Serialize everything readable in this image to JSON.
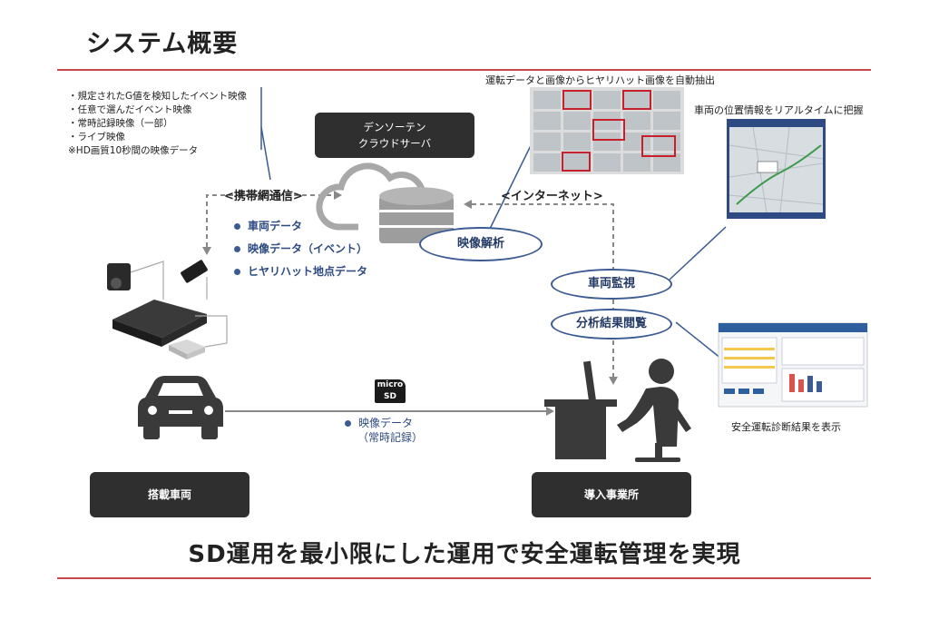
{
  "title": "システム概要",
  "bottom_title": "SD運用を最小限にした運用で安全運転管理を実現",
  "notes": [
    "・規定されたG値を検知したイベント映像",
    "・任意で選んだイベント映像",
    "・常時記録映像（一部）",
    "・ライブ映像",
    "※HD画質10秒間の映像データ"
  ],
  "cloud": {
    "line1": "デンソーテン",
    "line2": "クラウドサーバ"
  },
  "links": {
    "mobile": "<携帯網通信>",
    "internet": "<インターネット>"
  },
  "cloud_data": [
    "車両データ",
    "映像データ（イベント）",
    "ヒヤリハット地点データ"
  ],
  "pills": {
    "video_analysis": "映像解析",
    "vehicle_monitor": "車両監視",
    "analysis_view": "分析結果閲覧"
  },
  "captions": {
    "extract": "運転データと画像からヒヤリハット画像を自動抽出",
    "realtime": "車両の位置情報をリアルタイムに把握",
    "diagnosis": "安全運転診断結果を表示"
  },
  "sd": {
    "logo": "micro SD",
    "line1": "映像データ",
    "line2": "（常時記録）"
  },
  "boxes": {
    "vehicle": "搭載車両",
    "office": "導入事業所"
  },
  "colors": {
    "accent_red": "#c9484a",
    "navy": "#3c5b93",
    "dark_box": "#2f2f2f",
    "icon_gray": "#3a3a3a"
  }
}
